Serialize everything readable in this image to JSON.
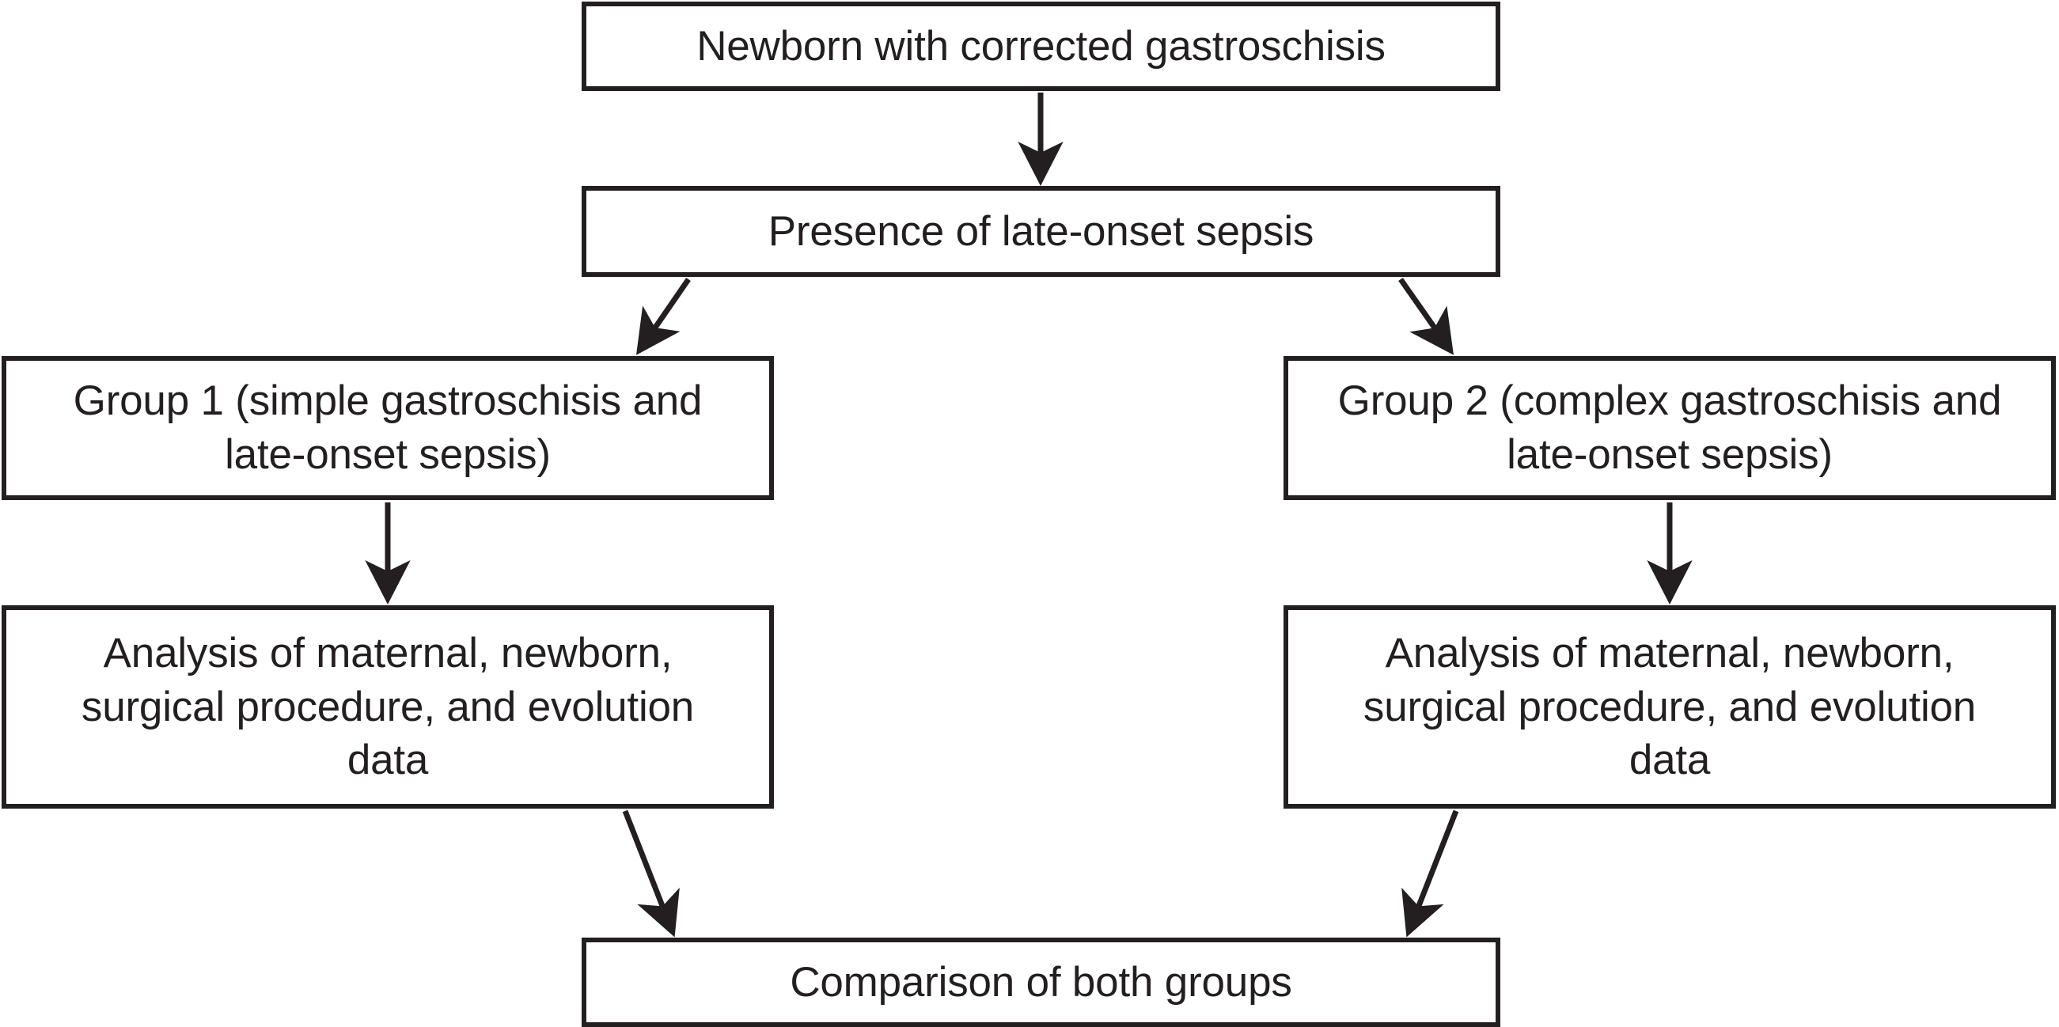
{
  "diagram": {
    "type": "flowchart",
    "orientation": "top-down",
    "background_color": "#ffffff",
    "line_color": "#231f20",
    "text_color": "#231f20",
    "nodes": {
      "newborn": "Newborn with corrected gastroschisis",
      "sepsis": "Presence of late-onset sepsis",
      "group1": "Group 1 (simple gastroschisis and\nlate-onset sepsis)",
      "group2": "Group 2 (complex gastroschisis and\nlate-onset sepsis)",
      "analysis_left": "Analysis of maternal, newborn,\nsurgical procedure, and evolution\ndata",
      "analysis_right": "Analysis of maternal, newborn,\nsurgical procedure, and evolution\ndata",
      "comparison": "Comparison of both groups"
    },
    "edges": [
      {
        "from": "newborn",
        "to": "sepsis",
        "style": "straight-down",
        "arrowhead": "filled"
      },
      {
        "from": "sepsis",
        "to": "group1",
        "style": "diagonal-left",
        "arrowhead": "filled"
      },
      {
        "from": "sepsis",
        "to": "group2",
        "style": "diagonal-right",
        "arrowhead": "filled"
      },
      {
        "from": "group1",
        "to": "analysis_left",
        "style": "straight-down",
        "arrowhead": "filled"
      },
      {
        "from": "group2",
        "to": "analysis_right",
        "style": "straight-down",
        "arrowhead": "filled"
      },
      {
        "from": "analysis_left",
        "to": "comparison",
        "style": "diagonal-right",
        "arrowhead": "filled"
      },
      {
        "from": "analysis_right",
        "to": "comparison",
        "style": "diagonal-left",
        "arrowhead": "filled"
      }
    ]
  }
}
